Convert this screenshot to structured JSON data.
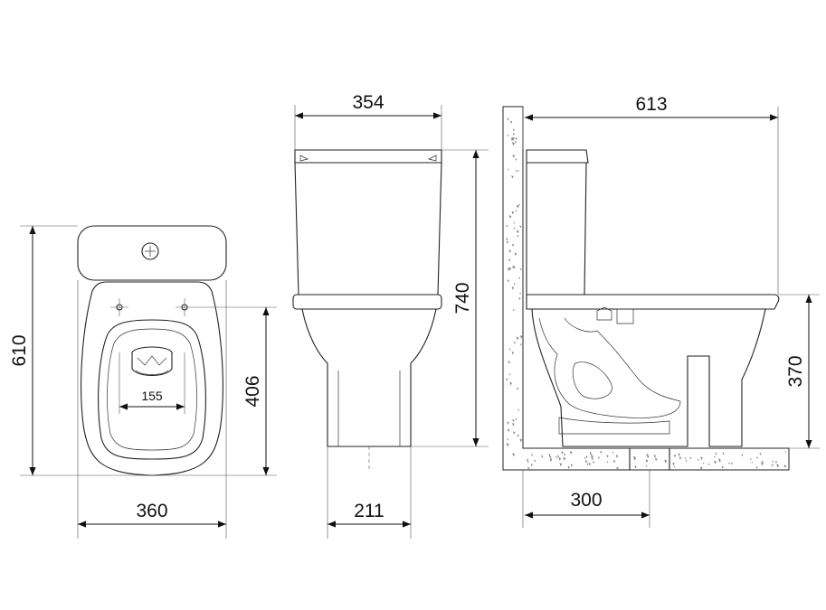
{
  "dimensions": {
    "front_width": "360",
    "total_depth": "610",
    "seat_depth": "406",
    "bowl_opening": "155",
    "tank_width": "354",
    "base_width": "211",
    "total_height": "740",
    "total_length": "613",
    "seat_height": "370",
    "outlet_distance": "300"
  }
}
